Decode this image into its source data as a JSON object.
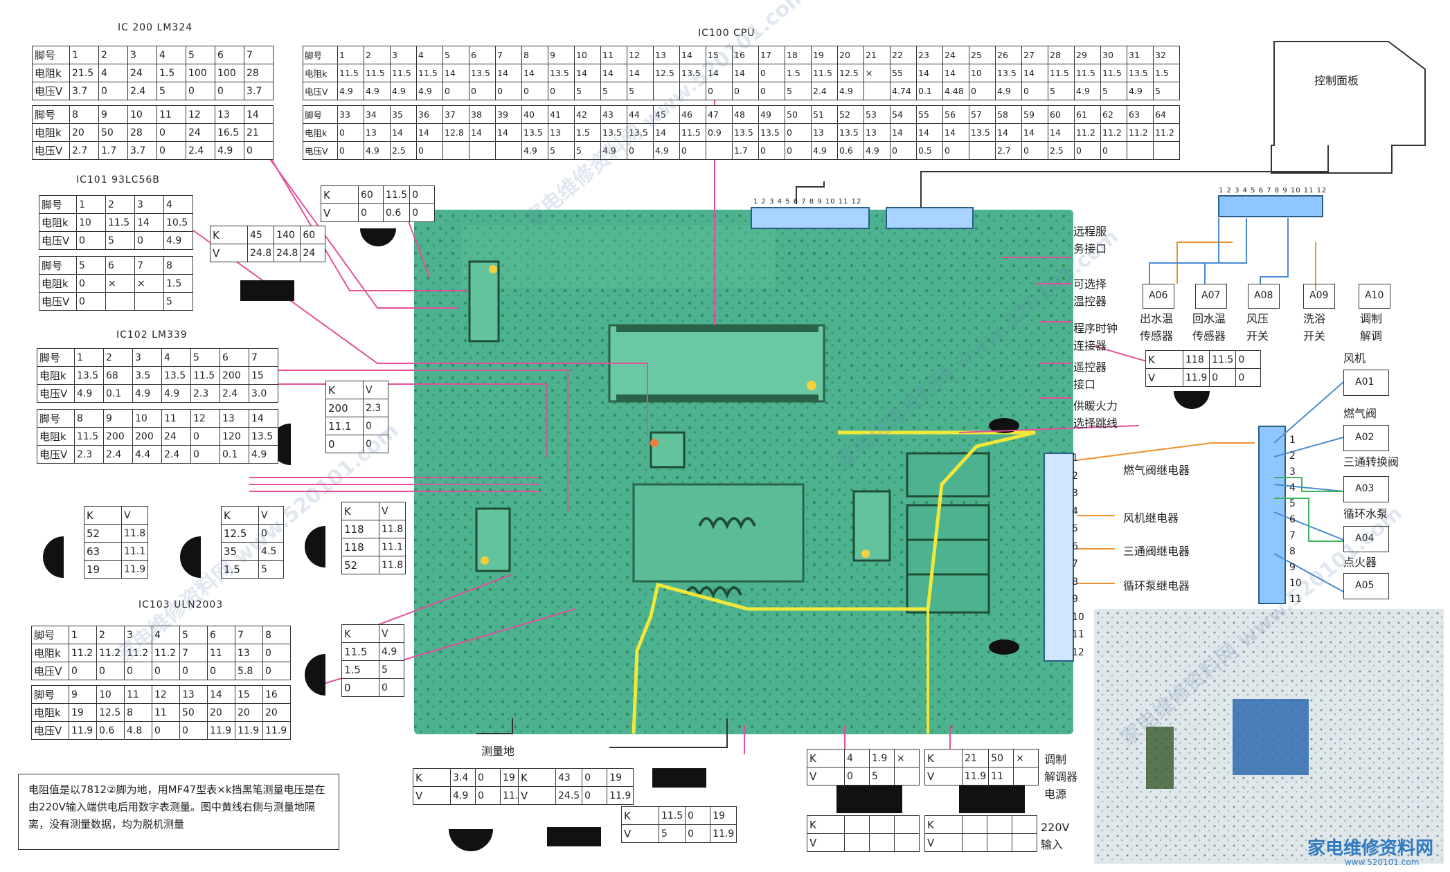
{
  "ic_tables": {
    "ic200": {
      "title": "IC 200 LM324",
      "rows_a": [
        [
          "脚号",
          "1",
          "2",
          "3",
          "4",
          "5",
          "6",
          "7"
        ],
        [
          "电阻k",
          "21.5",
          "4",
          "24",
          "1.5",
          "100",
          "100",
          "28"
        ],
        [
          "电压V",
          "3.7",
          "0",
          "2.4",
          "5",
          "0",
          "0",
          "3.7"
        ]
      ],
      "rows_b": [
        [
          "脚号",
          "8",
          "9",
          "10",
          "11",
          "12",
          "13",
          "14"
        ],
        [
          "电阻k",
          "20",
          "50",
          "28",
          "0",
          "24",
          "16.5",
          "21"
        ],
        [
          "电压V",
          "2.7",
          "1.7",
          "3.7",
          "0",
          "2.4",
          "4.9",
          "0"
        ]
      ]
    },
    "ic100": {
      "title": "IC100 CPU",
      "rows_a": [
        [
          "脚号",
          "1",
          "2",
          "3",
          "4",
          "5",
          "6",
          "7",
          "8",
          "9",
          "10",
          "11",
          "12",
          "13",
          "14",
          "15",
          "16",
          "17",
          "18",
          "19",
          "20",
          "21",
          "22",
          "23",
          "24",
          "25",
          "26",
          "27",
          "28",
          "29",
          "30",
          "31",
          "32"
        ],
        [
          "电阻k",
          "11.5",
          "11.5",
          "11.5",
          "11.5",
          "14",
          "13.5",
          "14",
          "14",
          "13.5",
          "14",
          "14",
          "14",
          "12.5",
          "13.5",
          "14",
          "14",
          "0",
          "1.5",
          "11.5",
          "12.5",
          "×",
          "55",
          "14",
          "14",
          "10",
          "13.5",
          "14",
          "11.5",
          "11.5",
          "11.5",
          "13.5",
          "1.5"
        ],
        [
          "电压V",
          "4.9",
          "4.9",
          "4.9",
          "4.9",
          "0",
          "0",
          "0",
          "0",
          "0",
          "5",
          "5",
          "5",
          "",
          "",
          "0",
          "0",
          "0",
          "5",
          "2.4",
          "4.9",
          "",
          "4.74",
          "0.1",
          "4.48",
          "0",
          "4.9",
          "0",
          "5",
          "4.9",
          "5",
          "4.9",
          "5"
        ]
      ],
      "rows_b": [
        [
          "脚号",
          "33",
          "34",
          "35",
          "36",
          "37",
          "38",
          "39",
          "40",
          "41",
          "42",
          "43",
          "44",
          "45",
          "46",
          "47",
          "48",
          "49",
          "50",
          "51",
          "52",
          "53",
          "54",
          "55",
          "56",
          "57",
          "58",
          "59",
          "60",
          "61",
          "62",
          "63",
          "64"
        ],
        [
          "电阻k",
          "0",
          "13",
          "14",
          "14",
          "12.8",
          "14",
          "14",
          "13.5",
          "13",
          "1.5",
          "13.5",
          "13.5",
          "14",
          "11.5",
          "0.9",
          "13.5",
          "13.5",
          "0",
          "13",
          "13.5",
          "13",
          "14",
          "14",
          "14",
          "13.5",
          "14",
          "14",
          "14",
          "11.2",
          "11.2",
          "11.2",
          "11.2"
        ],
        [
          "电压V",
          "0",
          "4.9",
          "2.5",
          "0",
          "",
          "",
          "",
          "4.9",
          "5",
          "5",
          "4.9",
          "0",
          "4.9",
          "0",
          "",
          "1.7",
          "0",
          "0",
          "4.9",
          "0.6",
          "4.9",
          "0",
          "0.5",
          "0",
          "",
          "2.7",
          "0",
          "2.5",
          "0",
          "0",
          "",
          ""
        ]
      ]
    },
    "ic101": {
      "title": "IC101 93LC56B",
      "rows_a": [
        [
          "脚号",
          "1",
          "2",
          "3",
          "4"
        ],
        [
          "电阻k",
          "10",
          "11.5",
          "14",
          "10.5"
        ],
        [
          "电压V",
          "0",
          "5",
          "0",
          "4.9"
        ]
      ],
      "rows_b": [
        [
          "脚号",
          "5",
          "6",
          "7",
          "8"
        ],
        [
          "电阻k",
          "0",
          "×",
          "×",
          "1.5"
        ],
        [
          "电压V",
          "0",
          "",
          "",
          "5"
        ]
      ]
    },
    "ic102": {
      "title": "IC102 LM339",
      "rows_a": [
        [
          "脚号",
          "1",
          "2",
          "3",
          "4",
          "5",
          "6",
          "7"
        ],
        [
          "电阻k",
          "13.5",
          "68",
          "3.5",
          "13.5",
          "11.5",
          "200",
          "15"
        ],
        [
          "电压V",
          "4.9",
          "0.1",
          "4.9",
          "4.9",
          "2.3",
          "2.4",
          "3.0"
        ]
      ],
      "rows_b": [
        [
          "脚号",
          "8",
          "9",
          "10",
          "11",
          "12",
          "13",
          "14"
        ],
        [
          "电阻k",
          "11.5",
          "200",
          "200",
          "24",
          "0",
          "120",
          "13.5"
        ],
        [
          "电压V",
          "2.3",
          "2.4",
          "4.4",
          "2.4",
          "0",
          "0.1",
          "4.9"
        ]
      ]
    },
    "ic103": {
      "title": "IC103 ULN2003",
      "rows_a": [
        [
          "脚号",
          "1",
          "2",
          "3",
          "4",
          "5",
          "6",
          "7",
          "8"
        ],
        [
          "电阻k",
          "11.2",
          "11.2",
          "11.2",
          "11.2",
          "7",
          "11",
          "13",
          "0"
        ],
        [
          "电压V",
          "0",
          "0",
          "0",
          "0",
          "0",
          "0",
          "5.8",
          "0"
        ]
      ],
      "rows_b": [
        [
          "脚号",
          "9",
          "10",
          "11",
          "12",
          "13",
          "14",
          "15",
          "16"
        ],
        [
          "电阻k",
          "19",
          "12.5",
          "8",
          "11",
          "50",
          "20",
          "20",
          "20"
        ],
        [
          "电压V",
          "11.9",
          "0.6",
          "4.8",
          "0",
          "0",
          "11.9",
          "11.9",
          "11.9"
        ]
      ]
    }
  },
  "small_tables": [
    {
      "id": "t-top-reg",
      "rows": [
        [
          "K",
          "60",
          "11.5",
          "0"
        ],
        [
          "V",
          "0",
          "0.6",
          "0"
        ]
      ]
    },
    {
      "id": "t-3pin-left",
      "rows": [
        [
          "K",
          "45",
          "140",
          "60"
        ],
        [
          "V",
          "24.8",
          "24.8",
          "24"
        ]
      ]
    },
    {
      "id": "t-right-reg",
      "rows": [
        [
          "K",
          "118",
          "11.5",
          "0"
        ],
        [
          "V",
          "11.9",
          "0",
          "0"
        ]
      ]
    },
    {
      "id": "t-tr1",
      "rows": [
        [
          "K",
          "V"
        ],
        [
          "200",
          "2.3"
        ],
        [
          "11.1",
          "0"
        ],
        [
          "0",
          "0"
        ]
      ]
    },
    {
      "id": "t-tr2",
      "rows": [
        [
          "K",
          "V"
        ],
        [
          "52",
          "11.8"
        ],
        [
          "63",
          "11.1"
        ],
        [
          "19",
          "11.9"
        ]
      ]
    },
    {
      "id": "t-tr3",
      "rows": [
        [
          "K",
          "V"
        ],
        [
          "12.5",
          "0"
        ],
        [
          "35",
          "4.5"
        ],
        [
          "1.5",
          "5"
        ]
      ]
    },
    {
      "id": "t-tr4",
      "rows": [
        [
          "K",
          "V"
        ],
        [
          "118",
          "11.8"
        ],
        [
          "118",
          "11.1"
        ],
        [
          "52",
          "11.8"
        ]
      ]
    },
    {
      "id": "t-tr5",
      "rows": [
        [
          "K",
          "V"
        ],
        [
          "11.5",
          "4.9"
        ],
        [
          "1.5",
          "5"
        ],
        [
          "0",
          "0"
        ]
      ]
    },
    {
      "id": "t-bot1",
      "rows": [
        [
          "K",
          "3.4",
          "0",
          "19"
        ],
        [
          "V",
          "4.9",
          "0",
          "11.9"
        ]
      ]
    },
    {
      "id": "t-bot2",
      "rows": [
        [
          "K",
          "43",
          "0",
          "19"
        ],
        [
          "V",
          "24.5",
          "0",
          "11.9"
        ]
      ]
    },
    {
      "id": "t-bot3",
      "rows": [
        [
          "K",
          "11.5",
          "0",
          "19"
        ],
        [
          "V",
          "5",
          "0",
          "11.9"
        ]
      ]
    },
    {
      "id": "t-bot4",
      "rows": [
        [
          "K",
          "4",
          "1.9",
          "×"
        ],
        [
          "V",
          "0",
          "5",
          ""
        ]
      ]
    },
    {
      "id": "t-bot5",
      "rows": [
        [
          "K",
          "21",
          "50",
          "×"
        ],
        [
          "V",
          "11.9",
          "11",
          ""
        ]
      ]
    },
    {
      "id": "t-bot6",
      "rows": [
        [
          "K",
          "",
          "",
          ""
        ],
        [
          "V",
          "",
          "",
          ""
        ]
      ]
    },
    {
      "id": "t-bot7",
      "rows": [
        [
          "K",
          "",
          "",
          ""
        ],
        [
          "V",
          "",
          "",
          ""
        ]
      ]
    }
  ],
  "labels": {
    "control_panel": "控制面板",
    "remote_service": "远程服\n务接口",
    "optional_thermostat": "可选择\n温控器",
    "timer_connector": "程序时钟\n连接器",
    "remote_interface": "遥控器\n接口",
    "heating_jumper": "供暖火力\n选择跳线",
    "gas_valve_relay": "燃气阀继电器",
    "fan_relay": "风机继电器",
    "three_way_relay": "三通阀继电器",
    "pump_relay": "循环泵继电器",
    "modulator_power": "调制\n解调器\n电源",
    "ac_input": "220V\n输入",
    "ground_point": "测量地",
    "a06": "A06",
    "a07": "A07",
    "a08": "A08",
    "a09": "A09",
    "a10": "A10",
    "a06_desc": "出水温\n传感器",
    "a07_desc": "回水温\n传感器",
    "a08_desc": "风压\n开关",
    "a09_desc": "洗浴\n开关",
    "a10_desc": "调制\n解调",
    "fan": "风机",
    "gas_valve": "燃气阀",
    "three_way_valve": "三通转换阀",
    "pump": "循环水泵",
    "igniter": "点火器",
    "a01": "A01",
    "a02": "A02",
    "a03": "A03",
    "a04": "A04",
    "a05": "A05",
    "connector_pins_top": "1 2 3 4 5 6 7 8 9 10 11 12",
    "connector_pins_right": "1 2 3 4 5 6 7 8 9 10 11 12",
    "terminal_numbers": [
      "1",
      "2",
      "3",
      "4",
      "5",
      "6",
      "7",
      "8",
      "9",
      "10",
      "11",
      "12"
    ],
    "side_numbers": [
      "1",
      "2",
      "3",
      "4",
      "5",
      "6",
      "7",
      "8",
      "9",
      "10",
      "11"
    ]
  },
  "note": "电阻值是以7812②脚为地，用MF47型表×k挡黑笔测量电压是在由220V输入端供电后用数字表测量。图中黄线右侧与测量地隔离，没有测量数据，均为脱机测量",
  "watermark": "家电维修资料网 www.520101.com",
  "brand": "家电维修资料网",
  "brand_url": "www.520101.com"
}
